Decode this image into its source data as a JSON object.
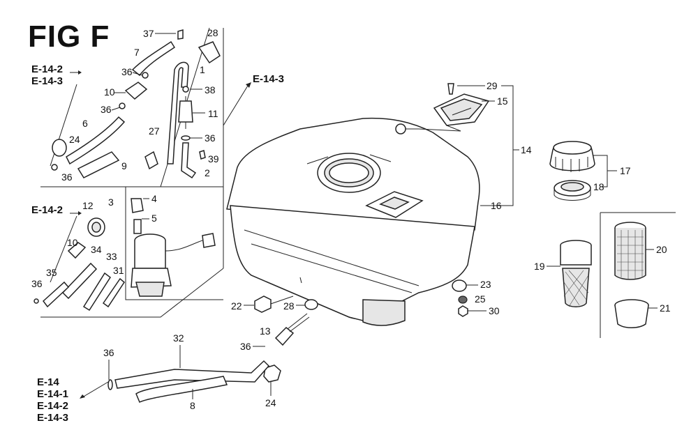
{
  "title": "FIG F",
  "refs": {
    "top_left": [
      "E-14-2",
      "E-14-3"
    ],
    "mid_left": "E-14-2",
    "top_center": "E-14-3",
    "bottom_left": [
      "E-14",
      "E-14-1",
      "E-14-2",
      "E-14-3"
    ]
  },
  "callouts": [
    "37",
    "28",
    "7",
    "1",
    "36",
    "38",
    "10",
    "36",
    "11",
    "6",
    "27",
    "36",
    "24",
    "39",
    "36",
    "9",
    "2",
    "3",
    "4",
    "5",
    "12",
    "10",
    "34",
    "33",
    "35",
    "31",
    "36",
    "29",
    "15",
    "14",
    "17",
    "18",
    "16",
    "20",
    "19",
    "23",
    "25",
    "30",
    "22",
    "28",
    "13",
    "36",
    "32",
    "36",
    "24",
    "8",
    "21"
  ]
}
